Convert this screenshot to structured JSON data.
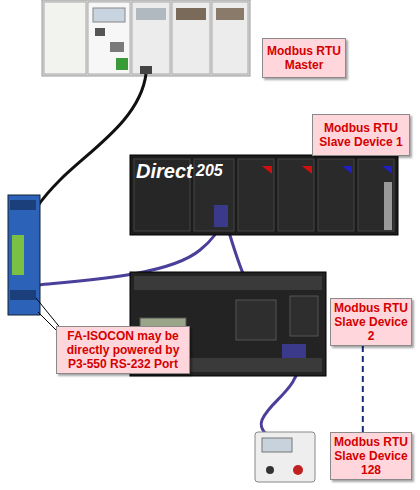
{
  "diagram": {
    "nodes": [
      {
        "text": [
          "Modbus RTU Master"
        ]
      },
      {
        "text": [
          "Modbus RTU Slave Device 1"
        ]
      },
      {
        "text": [
          "FA-ISOCON may be directly powered by P3-550 RS-232 Port"
        ]
      },
      {
        "text": [
          "Modbus RTU Slave Device 2"
        ]
      },
      {
        "text": [
          "Modbus RTU Slave Device 128"
        ]
      }
    ],
    "edges": [
      {
        "from": 3,
        "to": 4,
        "arrow": "none"
      }
    ],
    "labels": [
      "Direct",
      "205"
    ]
  }
}
